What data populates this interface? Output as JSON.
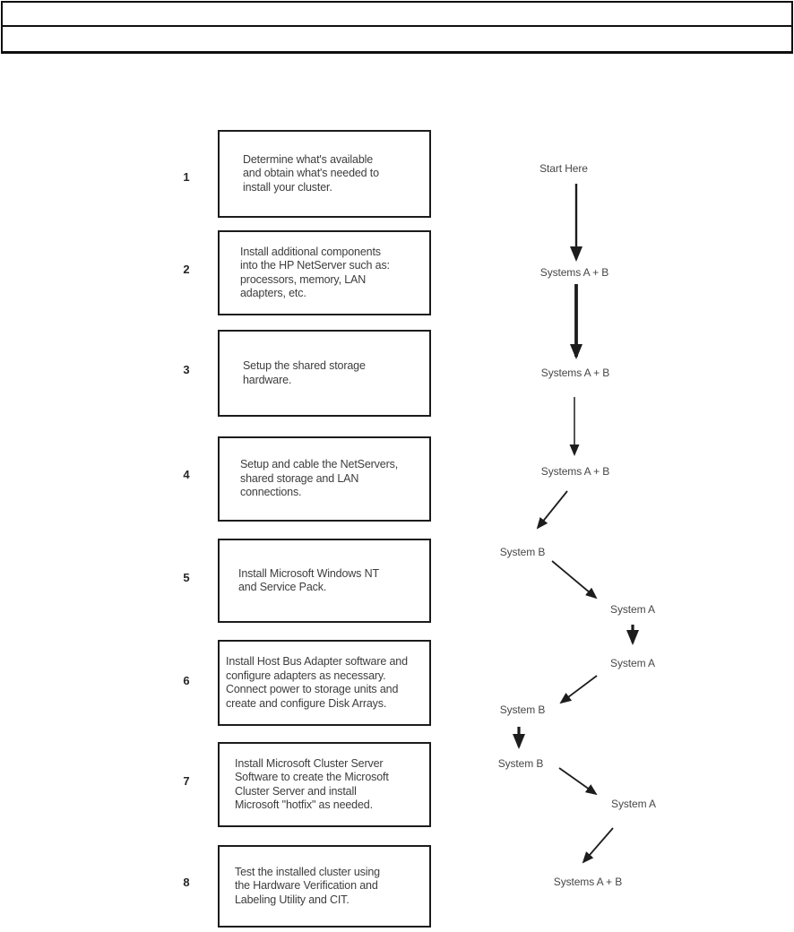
{
  "steps": [
    {
      "number": "1",
      "text": "Determine what's available\nand obtain what's needed to\ninstall your cluster."
    },
    {
      "number": "2",
      "text": "Install additional components\ninto the HP NetServer such as:\nprocessors, memory, LAN\nadapters, etc."
    },
    {
      "number": "3",
      "text": "Setup the shared storage\nhardware."
    },
    {
      "number": "4",
      "text": "Setup and cable the NetServers,\nshared storage and LAN\nconnections."
    },
    {
      "number": "5",
      "text": "Install Microsoft Windows NT\nand Service Pack."
    },
    {
      "number": "6",
      "text": "Install Host Bus Adapter software and\nconfigure adapters as necessary.\nConnect power to storage units and\ncreate and configure Disk Arrays."
    },
    {
      "number": "7",
      "text": "Install Microsoft Cluster Server\nSoftware to create the Microsoft\nCluster Server and install\nMicrosoft \"hotfix\" as needed."
    },
    {
      "number": "8",
      "text": "Test the installed cluster using\nthe Hardware Verification and\nLabeling Utility and CIT."
    }
  ],
  "flow": {
    "labels": [
      {
        "text": "Start Here"
      },
      {
        "text": "Systems A + B"
      },
      {
        "text": "Systems A + B"
      },
      {
        "text": "Systems A + B"
      },
      {
        "text": "System B"
      },
      {
        "text": "System A"
      },
      {
        "text": "System A"
      },
      {
        "text": "System B"
      },
      {
        "text": "System B"
      },
      {
        "text": "System A"
      },
      {
        "text": "Systems A + B"
      }
    ]
  }
}
